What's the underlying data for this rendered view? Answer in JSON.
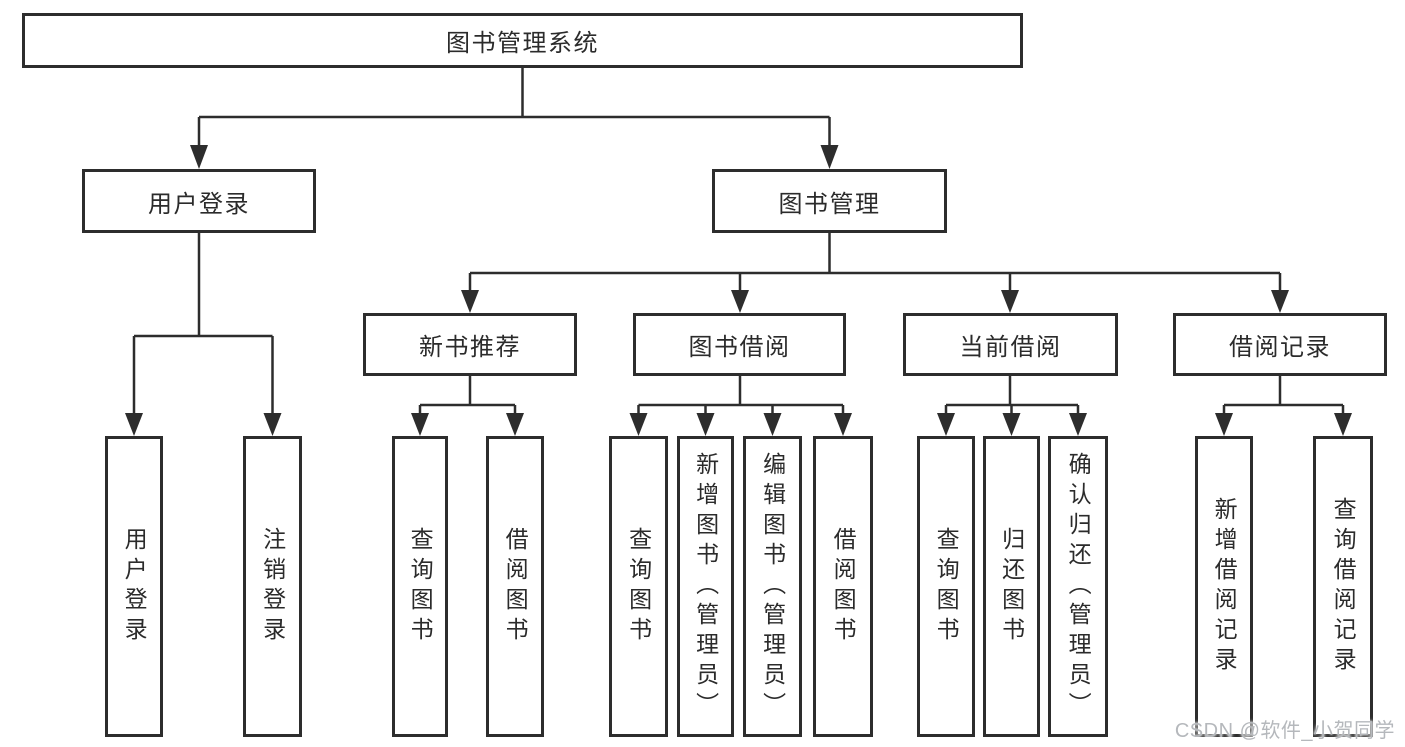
{
  "diagram": {
    "type": "hierarchy-tree",
    "root": {
      "label": "图书管理系统"
    },
    "branches": [
      {
        "label": "用户登录",
        "children": [
          {
            "label": "用户登录"
          },
          {
            "label": "注销登录"
          }
        ]
      },
      {
        "label": "图书管理",
        "children": [
          {
            "label": "新书推荐",
            "children": [
              {
                "label": "查询图书"
              },
              {
                "label": "借阅图书"
              }
            ]
          },
          {
            "label": "图书借阅",
            "children": [
              {
                "label": "查询图书"
              },
              {
                "label": "新增图书（管理员）"
              },
              {
                "label": "编辑图书（管理员）"
              },
              {
                "label": "借阅图书"
              }
            ]
          },
          {
            "label": "当前借阅",
            "children": [
              {
                "label": "查询图书"
              },
              {
                "label": "归还图书"
              },
              {
                "label": "确认归还（管理员）"
              }
            ]
          },
          {
            "label": "借阅记录",
            "children": [
              {
                "label": "新增借阅记录"
              },
              {
                "label": "查询借阅记录"
              }
            ]
          }
        ]
      }
    ]
  },
  "watermark": {
    "text": "CSDN @软件_小贺同学"
  },
  "colors": {
    "line": "#2d2d2d",
    "text": "#2b2b2b",
    "background": "#ffffff",
    "watermark": "#b5b8bc"
  }
}
